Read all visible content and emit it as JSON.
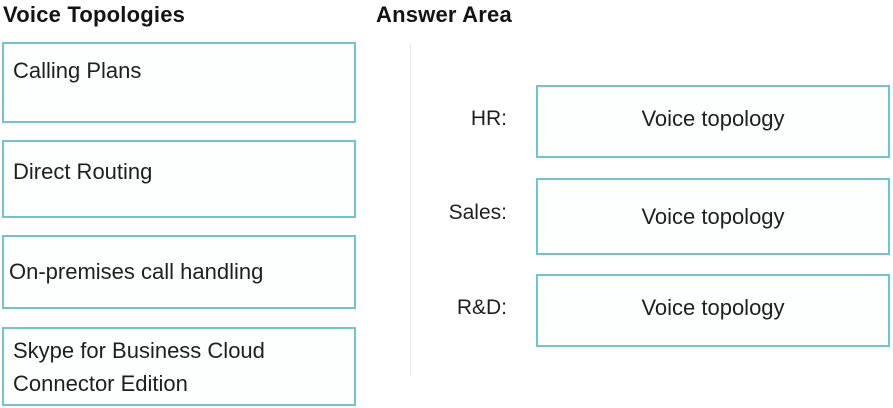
{
  "left_panel": {
    "title": "Voice Topologies",
    "options": [
      {
        "label": "Calling Plans"
      },
      {
        "label": "Direct Routing"
      },
      {
        "label": "On-premises call handling"
      },
      {
        "label": "Skype for Business Cloud Connector Edition"
      }
    ]
  },
  "answer_area": {
    "title": "Answer Area",
    "placeholder": "Voice topology",
    "rows": [
      {
        "label": "HR:",
        "value": "Voice topology"
      },
      {
        "label": "Sales:",
        "value": "Voice topology"
      },
      {
        "label": "R&D:",
        "value": "Voice topology"
      }
    ]
  },
  "colors": {
    "box_border": "#74c3cc",
    "heading_text": "#141414",
    "body_text": "#1f1f1f",
    "background": "#ffffff"
  }
}
